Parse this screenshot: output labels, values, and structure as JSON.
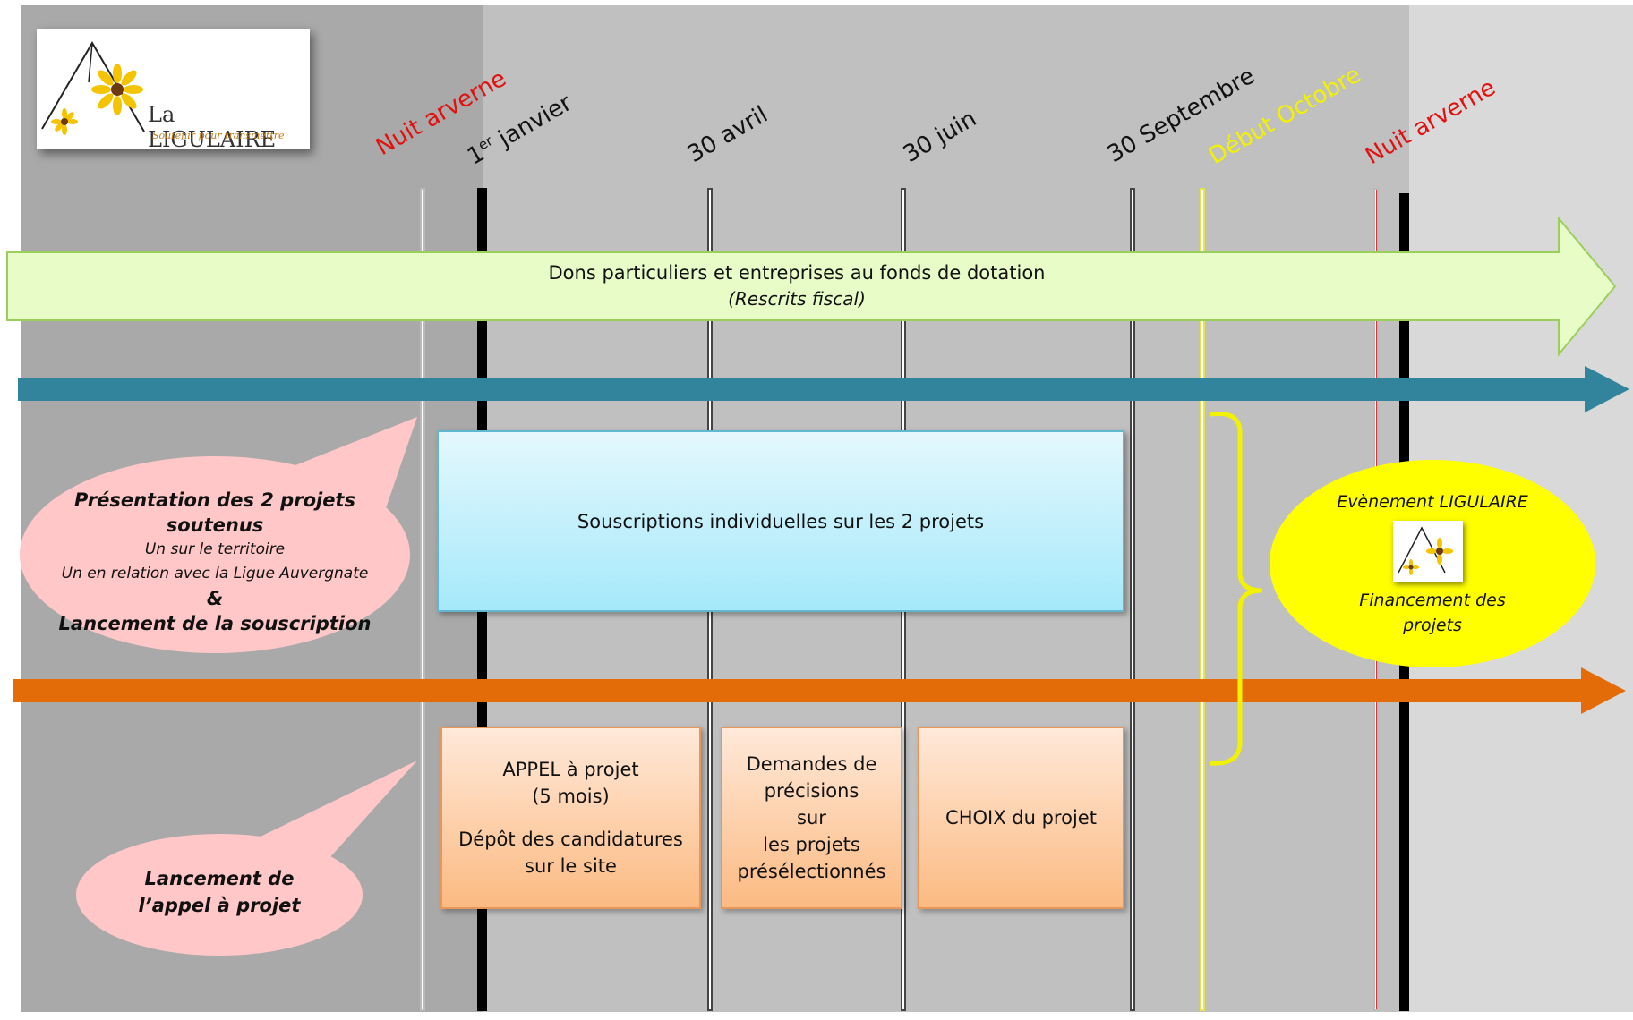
{
  "logo": {
    "name": "La LIGULAIRE",
    "tagline": "Soutenir pour transmettre"
  },
  "dates": {
    "nuit1": "Nuit arverne",
    "janvier_num": "1",
    "janvier_sup": "er",
    "janvier_word": "janvier",
    "avril": "30 avril",
    "juin": "30 juin",
    "septembre": "30 Septembre",
    "octobre": "Début Octobre",
    "nuit2": "Nuit arverne"
  },
  "dons_arrow": {
    "line1": "Dons particuliers et entreprises au fonds de dotation",
    "line2": "(Rescrits fiscal)"
  },
  "bubble_presentation": {
    "line1": "Présentation des 2 projets soutenus",
    "line2": "Un sur le territoire",
    "line3": "Un en relation avec la Ligue Auvergnate",
    "line4": "&",
    "line5": "Lancement de la souscription"
  },
  "souscriptions": "Souscriptions individuelles sur les 2 projets",
  "evenement": {
    "title": "Evènement LIGULAIRE",
    "line1": "Financement des",
    "line2": "projets"
  },
  "bubble_appel": {
    "line1": "Lancement de",
    "line2": "l’appel à projet"
  },
  "box_appel": {
    "line1": "APPEL à projet",
    "line2": "(5 mois)",
    "line3": "Dépôt des candidatures",
    "line4": "sur le site"
  },
  "box_demandes": {
    "line1": "Demandes de",
    "line2": "précisions",
    "line3": "sur",
    "line4": "les projets",
    "line5": "présélectionnés"
  },
  "box_choix": "CHOIX du projet",
  "colors": {
    "band_left": "#a9a9a9",
    "band_mid": "#c0c0c0",
    "band_right": "#d9d9d9",
    "green_arrow": "#e8fcc8",
    "teal_arrow": "#31849b",
    "orange_arrow": "#e36c09",
    "yellow_ellipse": "#ffff00",
    "pink_bubble": "#ffc7c7",
    "red_text": "#e31010",
    "yellow_text": "#f2f200"
  }
}
